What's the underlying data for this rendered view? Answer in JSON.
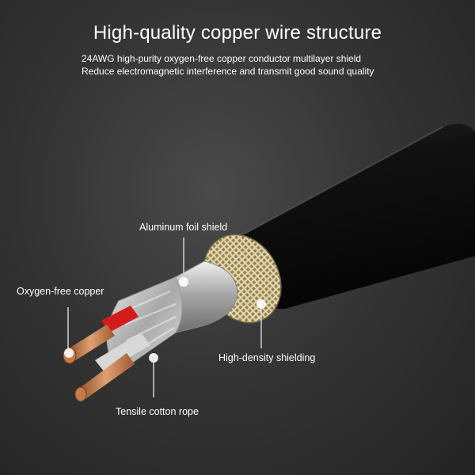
{
  "header": {
    "title": "High-quality copper wire structure",
    "subtitle_line1": "24AWG high-purity oxygen-free copper conductor multilayer shield",
    "subtitle_line2": "Reduce electromagnetic interference and transmit good sound quality"
  },
  "callouts": {
    "aluminum_foil": "Aluminum foil shield",
    "copper": "Oxygen-free copper",
    "shielding": "High-density shielding",
    "rope": "Tensile cotton rope"
  },
  "colors": {
    "background": "#353535",
    "jacket": "#0c0c0c",
    "braid": "#c9b98c",
    "foil": "#c8c8c8",
    "copper": "#c57a4a",
    "red_insulation": "#d41c1c",
    "text": "#ffffff"
  }
}
